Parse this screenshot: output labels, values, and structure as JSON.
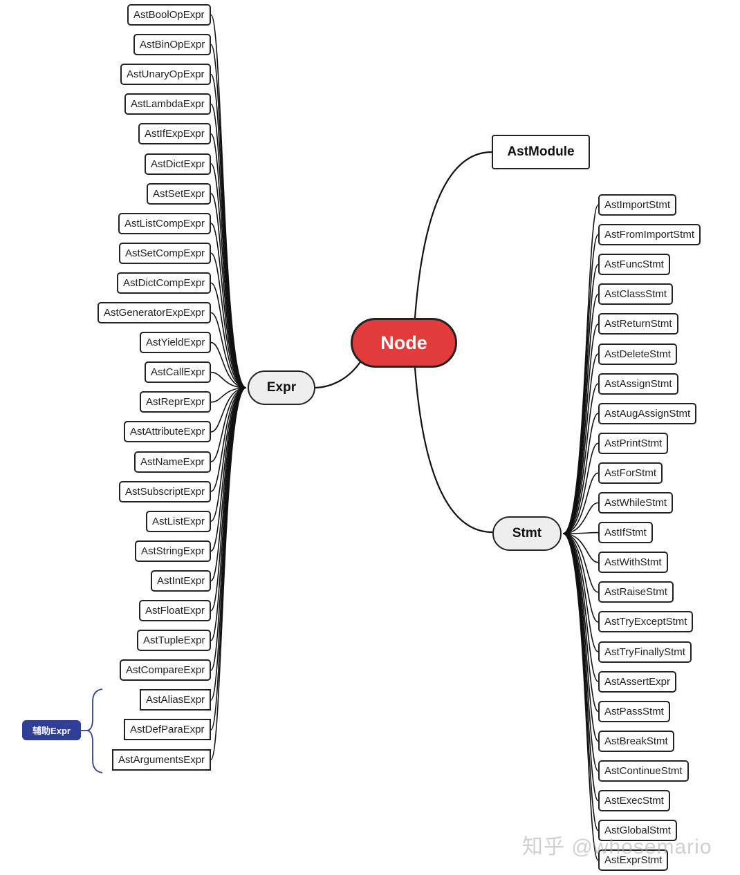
{
  "root": {
    "label": "Node"
  },
  "module": {
    "label": "AstModule"
  },
  "expr": {
    "label": "Expr",
    "children": [
      "AstBoolOpExpr",
      "AstBinOpExpr",
      "AstUnaryOpExpr",
      "AstLambdaExpr",
      "AstIfExpExpr",
      "AstDictExpr",
      "AstSetExpr",
      "AstListCompExpr",
      "AstSetCompExpr",
      "AstDictCompExpr",
      "AstGeneratorExpExpr",
      "AstYieldExpr",
      "AstCallExpr",
      "AstReprExpr",
      "AstAttributeExpr",
      "AstNameExpr",
      "AstSubscriptExpr",
      "AstListExpr",
      "AstStringExpr",
      "AstIntExpr",
      "AstFloatExpr",
      "AstTupleExpr",
      "AstCompareExpr",
      "AstAliasExpr",
      "AstDefParaExpr",
      "AstArgumentsExpr"
    ]
  },
  "stmt": {
    "label": "Stmt",
    "children": [
      "AstImportStmt",
      "AstFromImportStmt",
      "AstFuncStmt",
      "AstClassStmt",
      "AstReturnStmt",
      "AstDeleteStmt",
      "AstAssignStmt",
      "AstAugAssignStmt",
      "AstPrintStmt",
      "AstForStmt",
      "AstWhileStmt",
      "AstIfStmt",
      "AstWithStmt",
      "AstRaiseStmt",
      "AstTryExceptStmt",
      "AstTryFinallyStmt",
      "AstAssertExpr",
      "AstPassStmt",
      "AstBreakStmt",
      "AstContinueStmt",
      "AstExecStmt",
      "AstGlobalStmt",
      "AstExprStmt"
    ]
  },
  "aux_group": {
    "label": "辅助Expr",
    "members": [
      "AstAliasExpr",
      "AstDefParaExpr",
      "AstArgumentsExpr"
    ]
  },
  "watermark": "知乎 @whosemario",
  "colors": {
    "root_fill": "#e23b3b",
    "hub_fill": "#eeeeee",
    "aux_fill": "#2f3e96",
    "bracket": "#2f3e96",
    "line": "#111111"
  }
}
